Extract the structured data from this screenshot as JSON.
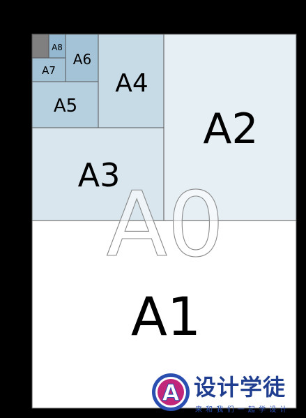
{
  "diagram": {
    "big_label": "A0",
    "sheets": [
      {
        "label": "A1",
        "fill": "#ffffff"
      },
      {
        "label": "A2",
        "fill": "#e6eff4"
      },
      {
        "label": "A3",
        "fill": "#d9e6ee"
      },
      {
        "label": "A4",
        "fill": "#c7dbe6"
      },
      {
        "label": "A5",
        "fill": "#b6d0df"
      },
      {
        "label": "A6",
        "fill": "#a4c3d7"
      },
      {
        "label": "A7",
        "fill": "#a4c3d7"
      },
      {
        "label": "A8",
        "fill": "#93b8cf"
      }
    ],
    "corner_fill": "#808080",
    "border_color": "#555555"
  },
  "watermark": {
    "logo_letter": "A",
    "title": "设计学徒",
    "subtitle": "来 和 我 们 一 起 学 设 计",
    "colors": {
      "ring": "#2a4fb0",
      "inner": "#c0267a",
      "text": "#1f3e8f"
    }
  }
}
